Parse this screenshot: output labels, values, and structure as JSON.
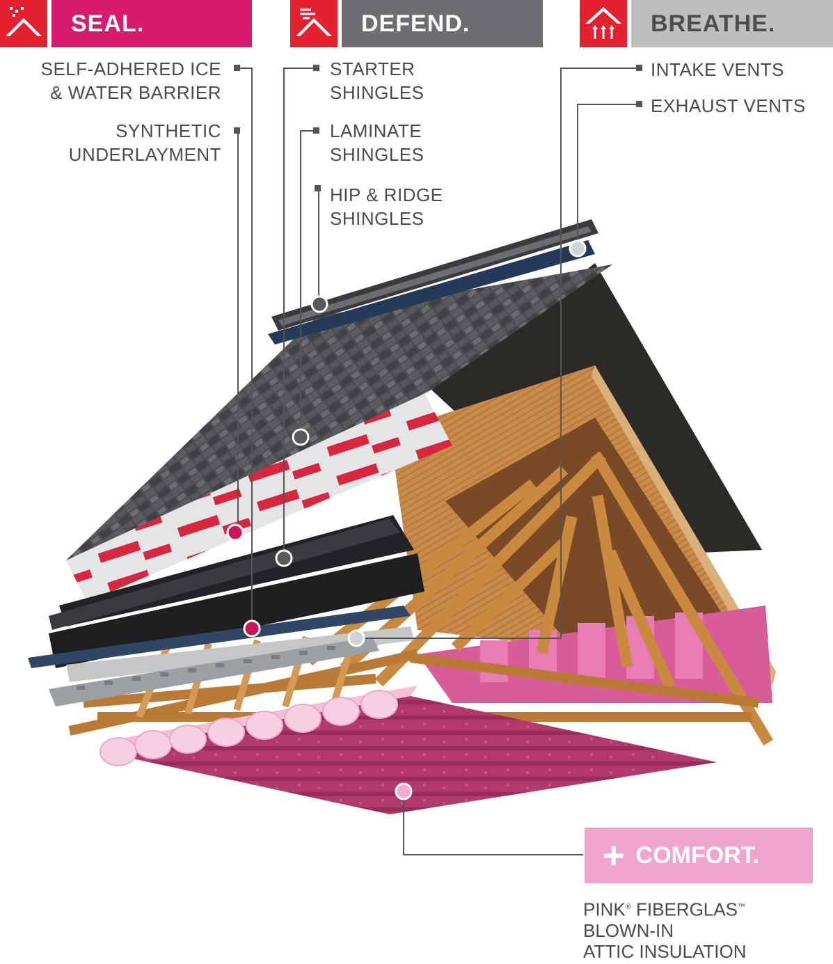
{
  "headers": {
    "seal": "SEAL.",
    "defend": "DEFEND.",
    "breathe": "BREATHE.",
    "comfort": "COMFORT."
  },
  "colors": {
    "seal": "#e4222f",
    "seal_bar": "#d81b6e",
    "defend_bar": "#6d6e71",
    "breathe_bar": "#bcbec0",
    "comfort": "#f0a6cc",
    "callout_pink": "#d0145c",
    "callout_dark": "#58595b",
    "callout_light": "#d1d3d4",
    "callout_insulation": "#f4a9cf",
    "leader": "#555555"
  },
  "icons": {
    "seal": "roof-rain-icon",
    "defend": "roof-wind-icon",
    "breathe": "roof-airflow-icon",
    "comfort": "plus-icon"
  },
  "labels": {
    "ice_barrier_1": "SELF-ADHERED ICE",
    "ice_barrier_2": "& WATER BARRIER",
    "underlayment_1": "SYNTHETIC",
    "underlayment_2": "UNDERLAYMENT",
    "starter_1": "STARTER",
    "starter_2": "SHINGLES",
    "laminate_1": "LAMINATE",
    "laminate_2": "SHINGLES",
    "hip_1": "HIP & RIDGE",
    "hip_2": "SHINGLES",
    "intake": "INTAKE VENTS",
    "exhaust": "EXHAUST VENTS",
    "insulation_brand": "PINK",
    "insulation_reg": "®",
    "insulation_name": " FIBERGLAS",
    "insulation_tm": "™",
    "insulation_2": "BLOWN-IN",
    "insulation_3": "ATTIC INSULATION"
  }
}
